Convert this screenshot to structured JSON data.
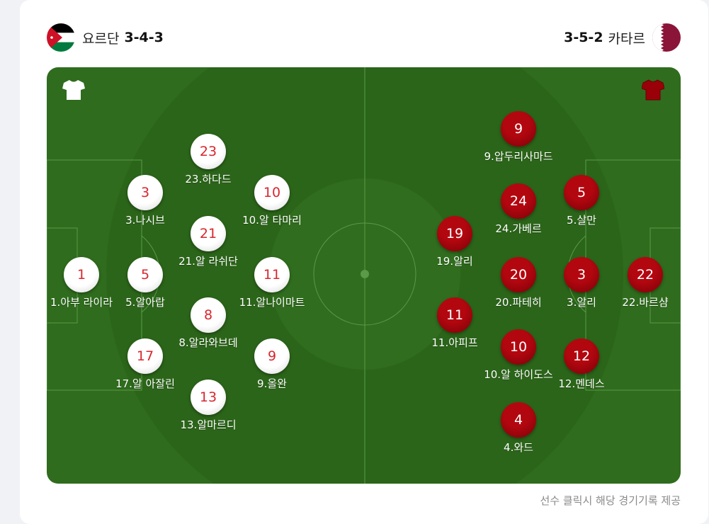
{
  "home": {
    "name": "요르단",
    "formation": "3-4-3",
    "flag_icon": "jordan-flag-icon",
    "kit_color": "#ffffff",
    "number_color": "#d8262e",
    "players": [
      {
        "number": "1",
        "name": "1.아부 라이라"
      },
      {
        "number": "3",
        "name": "3.나시브"
      },
      {
        "number": "5",
        "name": "5.알아랍"
      },
      {
        "number": "17",
        "name": "17.알 아잘린"
      },
      {
        "number": "23",
        "name": "23.하다드"
      },
      {
        "number": "21",
        "name": "21.알 라쉬단"
      },
      {
        "number": "8",
        "name": "8.알라와브데"
      },
      {
        "number": "13",
        "name": "13.알마르디"
      },
      {
        "number": "10",
        "name": "10.알 타마리"
      },
      {
        "number": "11",
        "name": "11.알나이마트"
      },
      {
        "number": "9",
        "name": "9.올완"
      }
    ]
  },
  "away": {
    "name": "카타르",
    "formation": "3-5-2",
    "flag_icon": "qatar-flag-icon",
    "kit_color": "#9a0008",
    "number_color": "#ffffff",
    "players": [
      {
        "number": "22",
        "name": "22.바르샴"
      },
      {
        "number": "5",
        "name": "5.살만"
      },
      {
        "number": "3",
        "name": "3.알리"
      },
      {
        "number": "12",
        "name": "12.멘데스"
      },
      {
        "number": "9",
        "name": "9.압두리사마드"
      },
      {
        "number": "24",
        "name": "24.가베르"
      },
      {
        "number": "20",
        "name": "20.파테히"
      },
      {
        "number": "10",
        "name": "10.알 하이도스"
      },
      {
        "number": "4",
        "name": "4.와드"
      },
      {
        "number": "19",
        "name": "19.알리"
      },
      {
        "number": "11",
        "name": "11.아피프"
      }
    ]
  },
  "footnote": "선수 클릭시 해당 경기기록 제공",
  "icons": {
    "home_shirt": "white-shirt-icon",
    "away_shirt": "maroon-shirt-icon"
  },
  "colors": {
    "pitch": "#2f6c1d",
    "away_kit": "#9a0008",
    "home_number": "#d8262e"
  }
}
